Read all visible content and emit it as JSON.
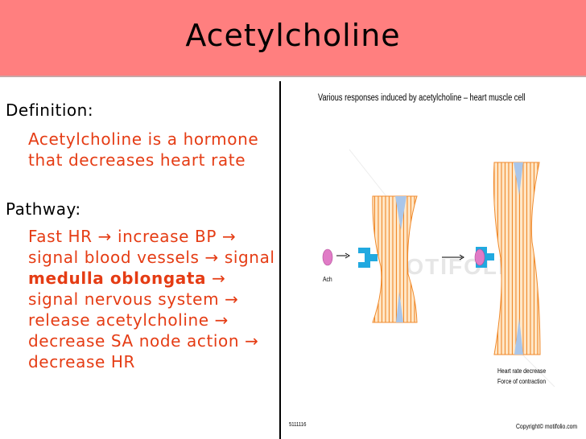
{
  "slide": {
    "title": "Acetylcholine",
    "definition_heading": "Definition:",
    "definition_text": "Acetylcholine is a hormone that decreases heart rate",
    "pathway_heading": "Pathway:",
    "pathway": {
      "seg1": "Fast HR ",
      "arrow1": "→",
      "seg2": " increase BP ",
      "arrow2": "→",
      "seg3": " signal blood vessels ",
      "arrow3": "→",
      "seg4": " signal ",
      "bold": "medulla oblongata",
      "seg5": " ",
      "arrow4": "→",
      "seg6": " signal nervous system ",
      "arrow5": "→",
      "seg7": " release acetylcholine ",
      "arrow6": "→",
      "seg8": " decrease SA node action ",
      "arrow7": "→",
      "seg9": " decrease HR"
    }
  },
  "figure": {
    "title": "Various responses induced by acetylcholine – heart muscle cell",
    "ach_label": "Ach",
    "caption_line1": "Heart rate decrease",
    "caption_line2": "Force of contraction",
    "code": "5111116",
    "copyright": "Copyright© motifolio.com",
    "watermark": "MOTIFOLIO",
    "colors": {
      "muscle_fill": "#ffe7c7",
      "muscle_stripes": "#f08a2c",
      "receptor": "#21a9e0",
      "ach_molecule": "#e07bc6",
      "membrane_patch": "#a9c6ea"
    }
  }
}
